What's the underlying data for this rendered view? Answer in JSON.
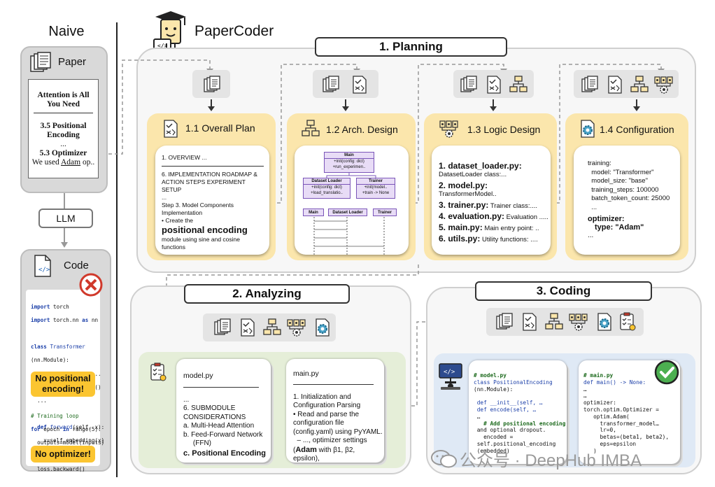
{
  "naive": {
    "title": "Naive",
    "paper_label": "Paper",
    "paper_doc": {
      "title_line1": "Attention is All",
      "title_line2": "You Need",
      "sec_line1": "3.5 Positional",
      "sec_line2": "Encoding",
      "ellipsis": "...",
      "sec2": "5.3 Optimizer",
      "used_pre": "We used ",
      "used_adam": "Adam",
      "used_post": " op.."
    },
    "llm_label": "LLM",
    "code_label": "Code",
    "code_lines1": [
      "import torch",
      "import torch.nn as nn",
      "",
      "class Transformer",
      "(nn.Module):",
      "  def __init__(self,..",
      "    super().__init__()",
      "  ...",
      "",
      "  def forward(self, x):",
      "    x=self.embedding(x)"
    ],
    "warn1_line1": "No positional",
    "warn1_line2": "encoding!",
    "code_lines2": [
      "# Training loop",
      "for epoch in range(5):",
      "  outputs=model(inputs)",
      "  ..",
      "  loss.backward()"
    ],
    "warn2": "No optimizer!"
  },
  "brand": "PaperCoder",
  "planning": {
    "title": "1. Planning",
    "overall": {
      "title": "1.1 Overall Plan",
      "l1": "1. OVERVIEW ...",
      "l2": "6. IMPLEMENTATION ROADMAP &",
      "l3": "ACTION STEPS EXPERIMENT SETUP",
      "l4": "...",
      "l5": "Step 3. Model Components",
      "l6": "Implementation",
      "l7": "• Create the",
      "l8": "positional encoding",
      "l9": "module using sine and cosine",
      "l10": "functions"
    },
    "arch": {
      "title": "1.2 Arch. Design",
      "main": "Main",
      "main_m1": "+init(config: dict)",
      "main_m2": "+run_experimen..",
      "ds": "Dataset Loader",
      "ds_m1": "+init(config: dict)",
      "ds_m2": "+load_translatio..",
      "tr": "Trainer",
      "tr_m1": "+init(model..",
      "tr_m2": "+train -> None",
      "seq1": "Main",
      "seq2": "Dataset Loader",
      "seq3": "Trainer"
    },
    "logic": {
      "title": "1.3 Logic Design",
      "items": [
        {
          "n": "1.",
          "file": "dataset_loader.py:",
          "desc": "DatasetLoader class:..."
        },
        {
          "n": "2.",
          "file": "model.py:",
          "desc": "TransformerModel.."
        },
        {
          "n": "3.",
          "file": "trainer.py:",
          "desc": "Trainer class:...."
        },
        {
          "n": "4.",
          "file": "evaluation.py:",
          "desc": "Evaluation ....."
        },
        {
          "n": "5.",
          "file": "main.py:",
          "desc": "Main entry point: .."
        },
        {
          "n": "6.",
          "file": "utils.py:",
          "desc": "Utility functions: ...."
        }
      ]
    },
    "config": {
      "title": "1.4 Configuration",
      "lines": [
        "training:",
        "  model: \"Transformer\"",
        "  model_size: \"base\"",
        "  training_steps: 100000",
        "  batch_token_count: 25000",
        "  ..."
      ],
      "opt_key": "optimizer:",
      "opt_val": "type: \"Adam\"",
      "end": "..."
    }
  },
  "analyzing": {
    "title": "2. Analyzing",
    "card1": {
      "file": "model.py",
      "l1": "...",
      "l2": "6. SUBMODULE",
      "l3": "CONSIDERATIONS",
      "l4": "a.  Multi-Head Attention",
      "l5": "b.  Feed-Forward Network",
      "l6": "     (FFN)",
      "l7": "c.  Positional Encoding"
    },
    "card2": {
      "file": "main.py",
      "l1": "1. Initialization and",
      "l2": "Configuration Parsing",
      "l3": "• Read and parse the",
      "l4": "configuration file",
      "l5": "(config.yaml) using PyYAML.",
      "l6": "  – ..., optimizer settings",
      "l7a": "Adam",
      "l7b": " with β1, β2,",
      "l8": "epsilon),"
    }
  },
  "coding": {
    "title": "3. Coding",
    "code1": [
      "# model.py",
      "class PositionalEncoding",
      "(nn.Module):",
      "",
      " def __init__(self, …",
      " def encode(self, …",
      " …",
      "   # Add positional encoding",
      " and optional dropout.",
      "   encoded =",
      " self.positional_encoding",
      " (embedded)"
    ],
    "code2": [
      "# main.py",
      "def main() -> None:",
      "…",
      "…",
      "optimizer:",
      "torch.optim.Optimizer =",
      "   optim.Adam(",
      "     transformer_model…",
      "     lr=0,",
      "     betas=(beta1, beta2),",
      "     eps=epsilon",
      "   )"
    ]
  },
  "watermark": "公众号 · DeepHub IMBA",
  "colors": {
    "yellow": "#fbe6ac",
    "warn": "#fbc531",
    "red": "#d0392b",
    "green": "#4caf50",
    "analyze_bg": "#e5eed8",
    "code_bg": "#dfe9f5"
  }
}
